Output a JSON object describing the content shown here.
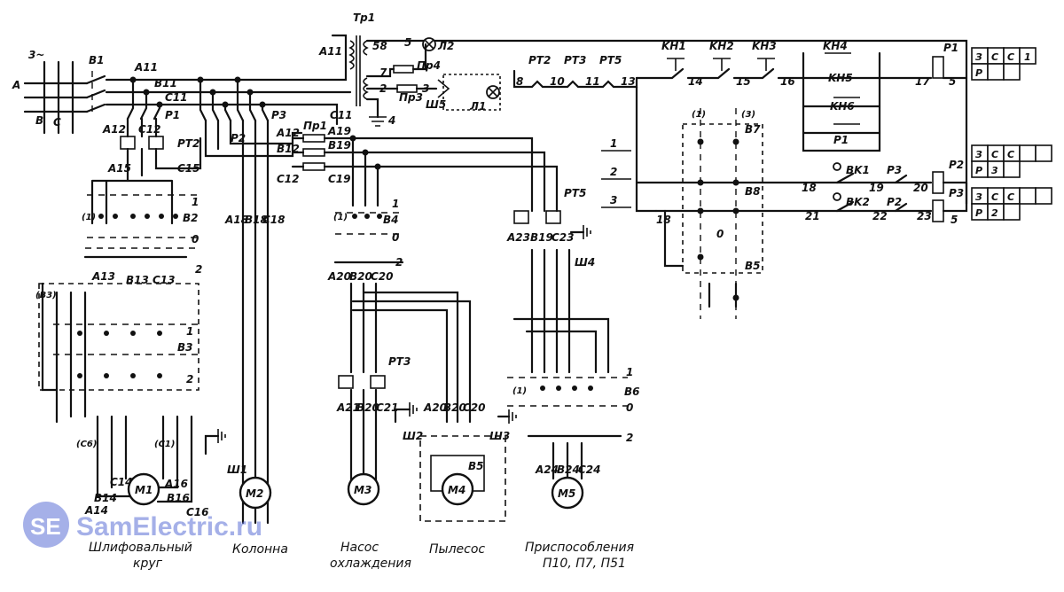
{
  "supply": {
    "label": "3~",
    "phases": [
      "A",
      "B",
      "C"
    ],
    "switch": "B1"
  },
  "transformer": {
    "label": "Тр1",
    "taps": [
      "58",
      "5",
      "7",
      "2",
      "3",
      "4"
    ],
    "fuses": [
      "Пр4",
      "Пр3"
    ],
    "lamps": [
      "Л2",
      "Л1"
    ],
    "socket": "Ш5"
  },
  "buses": {
    "a11": "A11",
    "b11": "B11",
    "c11": "C11",
    "pr1": "Пр1",
    "a19": "A19",
    "b19": "B19",
    "c19": "C19",
    "a12": "A12",
    "b12": "B12",
    "c12": "C12"
  },
  "relays": {
    "p1": "P1",
    "p2": "P2",
    "p3": "P3",
    "pt2": "PT2",
    "pt3": "PT3",
    "pt5": "PT5",
    "c15": "C15",
    "a15": "A15"
  },
  "switches": {
    "b2": "B2",
    "b3": "B3",
    "b4": "B4",
    "b6": "B6",
    "b7": "B7",
    "b8": "B8",
    "b5": "B5",
    "bk1": "BK1",
    "bk2": "BK2"
  },
  "buttons": [
    "KH1",
    "KH2",
    "KH3",
    "KH4",
    "KH5",
    "KH6"
  ],
  "wires": [
    "8",
    "10",
    "11",
    "13",
    "14",
    "15",
    "16",
    "17",
    "18",
    "19",
    "20",
    "21",
    "22",
    "23",
    "5"
  ],
  "rows": [
    "1",
    "2",
    "3"
  ],
  "positions": {
    "one": "1",
    "zero": "0",
    "two": "2"
  },
  "motors": [
    {
      "id": "M1",
      "caption": "Шлифовальный круг"
    },
    {
      "id": "M2",
      "caption": "Колонна"
    },
    {
      "id": "M3",
      "caption": "Насос охлаждения"
    },
    {
      "id": "M4",
      "caption": "Пылесос"
    },
    {
      "id": "M5",
      "caption": "Приспособления П10, П7, П51"
    }
  ],
  "sockets": [
    "Ш1",
    "Ш2",
    "Ш3",
    "Ш4"
  ],
  "terminals": {
    "a18": "A18",
    "b18": "B18",
    "c18": "C18",
    "a20": "A20",
    "b20": "B20",
    "c20": "C20",
    "a21": "A21",
    "a23": "A23",
    "b19": "B19",
    "c23": "C23",
    "a24": "A24",
    "b24": "B24",
    "c24": "C24",
    "a13": "A13",
    "b13": "B13",
    "c13": "C13",
    "a14": "A14",
    "b14": "B14",
    "c14": "C14",
    "a16": "A16",
    "b16": "B16",
    "c16": "C16",
    "c21": "C21",
    "b21": "B20"
  },
  "contact_tables": [
    {
      "row1": [
        "З",
        "С",
        "С",
        "1"
      ],
      "row2": [
        "Р",
        "",
        ""
      ]
    },
    {
      "row1": [
        "З",
        "С",
        "С",
        ""
      ],
      "row2": [
        "Р",
        "3",
        ""
      ]
    },
    {
      "row1": [
        "З",
        "С",
        "С",
        ""
      ],
      "row2": [
        "Р",
        "2",
        ""
      ]
    }
  ],
  "watermark": "SamElectric.ru",
  "watermark_logo": "SE"
}
